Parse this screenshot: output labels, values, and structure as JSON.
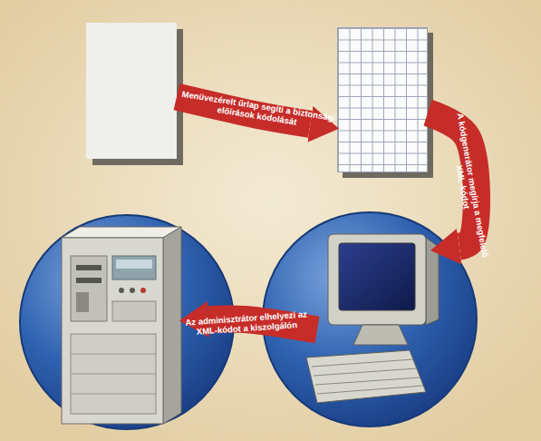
{
  "diagram": {
    "nodes": [
      {
        "text": []
      },
      {
        "text": []
      },
      {
        "text": []
      },
      {
        "text": []
      }
    ],
    "edges": [
      {
        "from": 0,
        "to": 1,
        "arrow": "to",
        "label": "Menüvezérelt űrlap segíti a biztonsági előírások kódolását"
      },
      {
        "from": 1,
        "to": 3,
        "arrow": "to",
        "label": "A kódgenerátor megírja a megfelelő XML-kódot"
      },
      {
        "from": 3,
        "to": 2,
        "arrow": "to",
        "label": "Az adminisztrátor elhelyezi az XML-kódot a kiszolgálón"
      }
    ]
  }
}
